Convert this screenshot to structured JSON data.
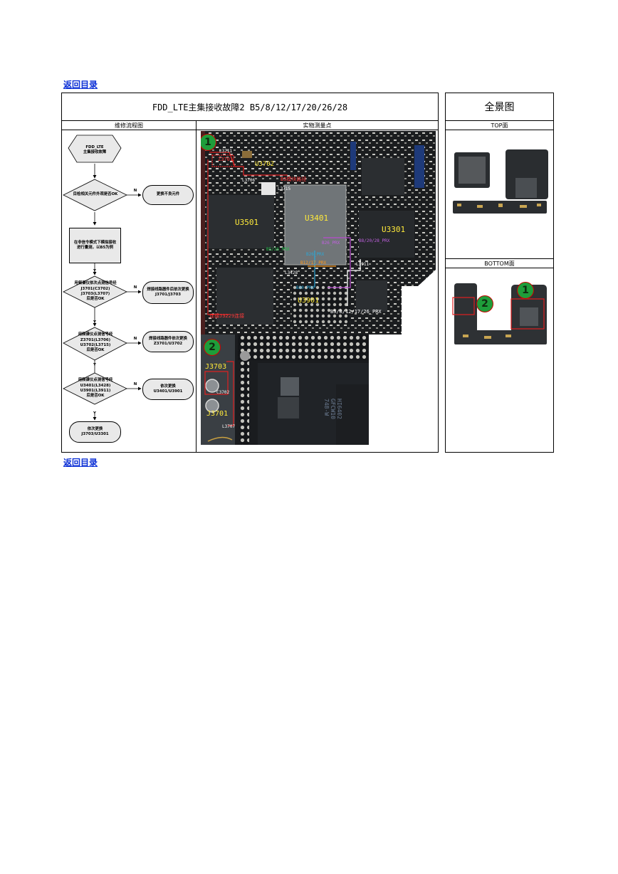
{
  "nav": {
    "back_top": "返回目录",
    "back_bottom": "返回目录"
  },
  "header": {
    "title": "FDD_LTE主集接收故障2 B5/8/12/17/20/26/28",
    "panorama": "全景图"
  },
  "subheaders": {
    "flow": "维修流程图",
    "measure": "实物测量点",
    "top": "TOP面",
    "bottom": "BOTTOM面"
  },
  "flow": {
    "start": "FDD_LTE\n主集接收故障",
    "d1": "目检相关元件外观是否OK",
    "r1": "更换不良元件",
    "p1": "在非信令模式下模拟接收\n进行量测，以B5为例",
    "d2": "用频谱仪依次点测信号经\nJ3701(C3702)\nJ3703(L3707)\n后是否OK",
    "r2": "焊接线路器件后依次更换\nJ3701/J3703",
    "d3": "用频谱仪点测信号经\nZ3701(L3706)\nU3702(L3715)\n后是否OK",
    "r3": "焊接线路器件依次更换\nZ3701/U3702",
    "d4": "用频谱仪点测信号经\nU3401(L3428)\nU3901(L3911)\n后是否OK",
    "r4": "依次更换\nU3401/U3901",
    "end": "依次更换\nJ3703/U3301",
    "n_label": "N",
    "y_label": "Y"
  },
  "board1": {
    "badge": "1",
    "labels": {
      "l3711": "L3711",
      "z3701": "Z3701",
      "l3706": "L3706",
      "u3702": "U3702",
      "l3715": "L3715",
      "fault_note": "B5模块路径",
      "u3501": "U3501",
      "u3401": "U3401",
      "u3301": "U3301",
      "b8_28": "B8/20/28_PRX",
      "b5_pdr": "B5/26_PRX",
      "b26_prx": "B26_PRX",
      "b12_prx": "B12/17_PRX",
      "l3428": "L3428",
      "l3911": "L3911",
      "b20_prx": "B20_PRX",
      "u3901": "U3901",
      "b_multi": "B5/8/12/17/26_PRX",
      "bottom_note": "连接J3229连接"
    }
  },
  "board2": {
    "badge": "2",
    "labels": {
      "j3703": "J3703",
      "c3702": "C3702",
      "j3701": "J3701",
      "l3707": "L3707",
      "chip": "HI6402\nGFCW10\n748-W"
    }
  },
  "pano_bottom": {
    "badge1": "1",
    "badge2": "2"
  }
}
